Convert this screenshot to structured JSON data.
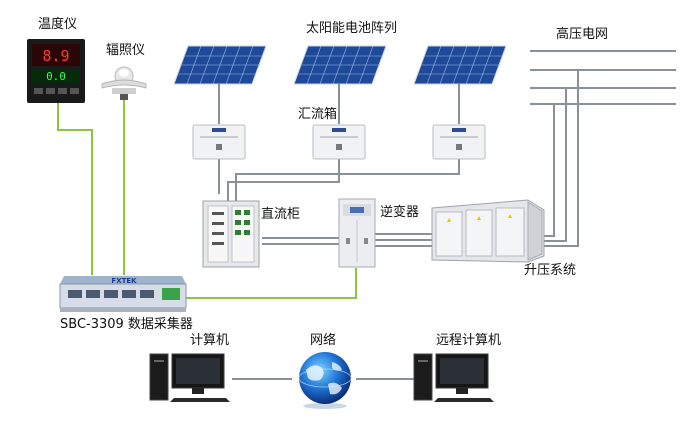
{
  "labels": {
    "temperature_meter": "温度仪",
    "irradiance_meter": "辐照仪",
    "solar_array": "太阳能电池阵列",
    "combiner_box": "汇流箱",
    "grid": "高压电网",
    "dc_cabinet": "直流柜",
    "inverter": "逆变器",
    "boost_system": "升压系统",
    "data_collector": "SBC-3309 数据采集器",
    "computer": "计算机",
    "network": "网络",
    "remote_computer": "远程计算机"
  },
  "devices": {
    "temp_display_top": "8.9",
    "temp_display_bottom": "0.0",
    "collector_brand": "FXTEK"
  },
  "colors": {
    "data_link": "#8cc63f",
    "power_line": "#8a9099",
    "panel": "#1f4a9a",
    "panel_grid": "#9fb7e0"
  }
}
